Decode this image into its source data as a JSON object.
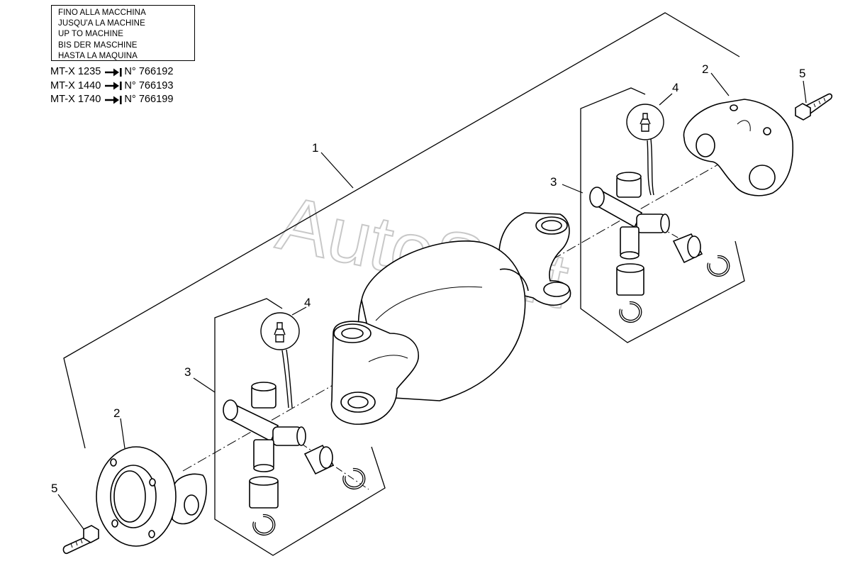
{
  "notice": {
    "lines": [
      "FINO ALLA MACCHINA",
      "JUSQU'A LA MACHINE",
      "UP TO MACHINE",
      "BIS DER MASCHINE",
      "HASTA LA MAQUINA"
    ]
  },
  "serials": [
    {
      "model": "MT-X 1235",
      "number": "N° 766192"
    },
    {
      "model": "MT-X 1440",
      "number": "N° 766193"
    },
    {
      "model": "MT-X 1740",
      "number": "N° 766199"
    }
  ],
  "watermark": "AutoSoft",
  "callouts": {
    "shaft": "1",
    "flange_upper": "2",
    "flange_lower": "2",
    "ujoint_upper": "3",
    "ujoint_lower": "3",
    "grease_upper": "4",
    "grease_lower": "4",
    "bolt_upper": "5",
    "bolt_lower": "5"
  },
  "colors": {
    "ink": "#000000",
    "watermark": "#c8c8c8"
  },
  "icons": {
    "serial_arrow": "arrow-to-bar-icon"
  }
}
